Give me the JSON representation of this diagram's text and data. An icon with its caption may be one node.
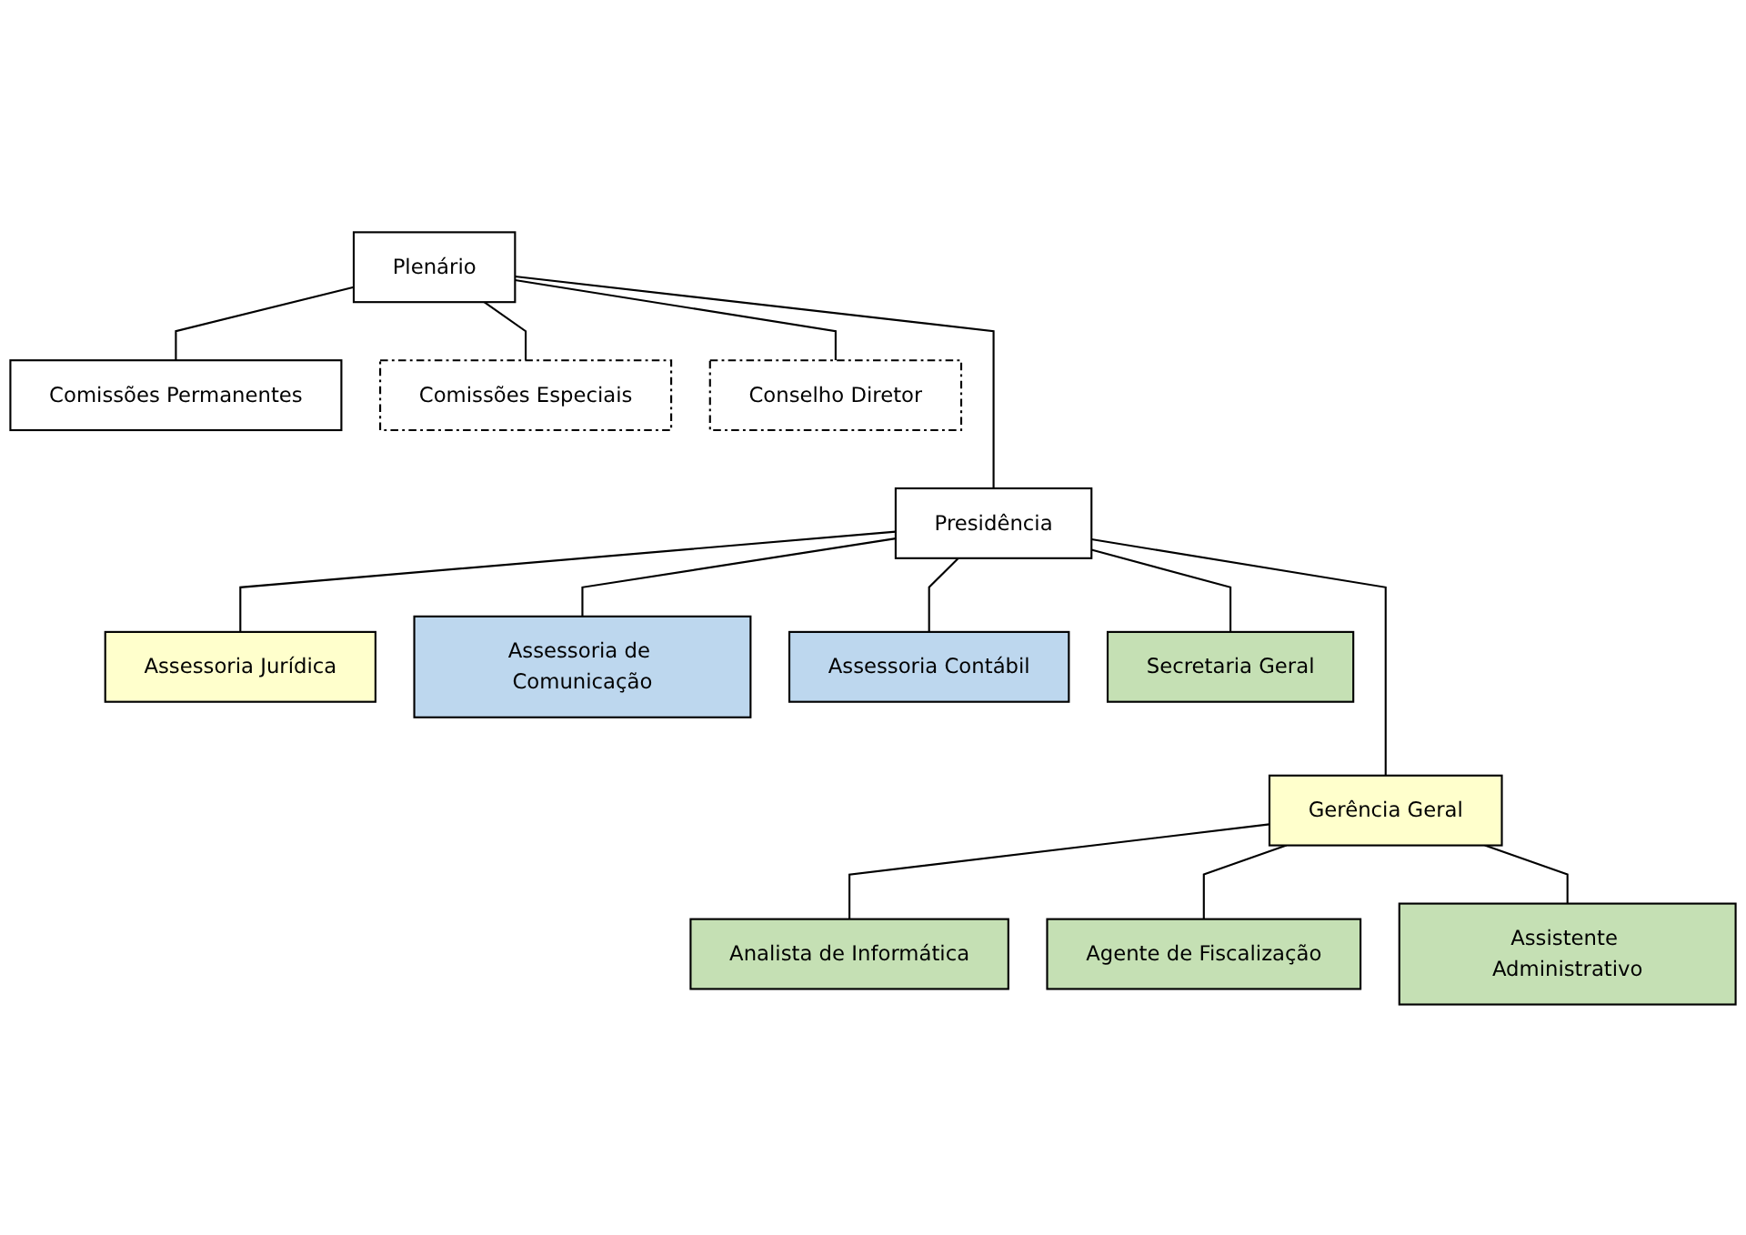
{
  "diagram": {
    "nodes": [
      {
        "text": [
          "Plenário"
        ]
      },
      {
        "text": [
          "Comissões Permanentes"
        ]
      },
      {
        "text": [
          "Comissões Especiais"
        ]
      },
      {
        "text": [
          "Conselho Diretor"
        ]
      },
      {
        "text": [
          "Assessoria Jurídica"
        ]
      },
      {
        "text": [
          "Assessoria de Comunicação"
        ]
      },
      {
        "text": [
          "Assessoria Contábil"
        ]
      },
      {
        "text": [
          "Presidência"
        ]
      },
      {
        "text": [
          "Secretaria Geral"
        ]
      },
      {
        "text": [
          "Gerência Geral"
        ]
      },
      {
        "text": [
          "Analista de Informática"
        ]
      },
      {
        "text": [
          "Agente de Fiscalização"
        ]
      },
      {
        "text": [
          "Assistente Administrativo"
        ]
      }
    ],
    "edges": [
      {
        "from": 0,
        "to": 1,
        "arrow": "none"
      },
      {
        "from": 0,
        "to": 2,
        "arrow": "none"
      },
      {
        "from": 0,
        "to": 3,
        "arrow": "none"
      },
      {
        "from": 0,
        "to": 7,
        "arrow": "none"
      },
      {
        "from": 7,
        "to": 4,
        "arrow": "none"
      },
      {
        "from": 7,
        "to": 5,
        "arrow": "none"
      },
      {
        "from": 7,
        "to": 6,
        "arrow": "none"
      },
      {
        "from": 7,
        "to": 8,
        "arrow": "none"
      },
      {
        "from": 7,
        "to": 9,
        "arrow": "none"
      },
      {
        "from": 9,
        "to": 10,
        "arrow": "none"
      },
      {
        "from": 9,
        "to": 11,
        "arrow": "none"
      },
      {
        "from": 9,
        "to": 12,
        "arrow": "none"
      }
    ]
  }
}
